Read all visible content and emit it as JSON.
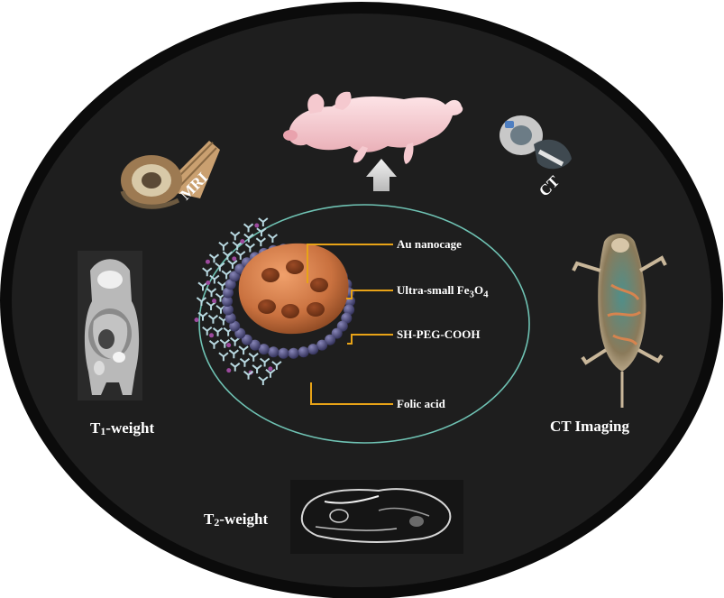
{
  "labels": {
    "mri": "MRI",
    "ct": "CT",
    "t1_pre": "T",
    "t1_sub": "1",
    "t1_post": "-weight",
    "t2_pre": "T",
    "t2_sub": "2",
    "t2_post": "-weight",
    "ct_imaging": "CT Imaging"
  },
  "callouts": {
    "au": "Au nanocage",
    "fe_pre": "Ultra-small Fe",
    "fe_sub1": "3",
    "fe_mid": "O",
    "fe_sub2": "4",
    "peg": "SH-PEG-COOH",
    "folic": "Folic acid"
  },
  "colors": {
    "background": "#1e1e1e",
    "frame": "#0b0b0b",
    "inner_ring": "#6fc3b4",
    "leader": "#e8a317",
    "core": "#c9713f",
    "shell_particle": "#3b3a63",
    "peg": "#b8d8e0",
    "folic": "#9c4a9e"
  }
}
